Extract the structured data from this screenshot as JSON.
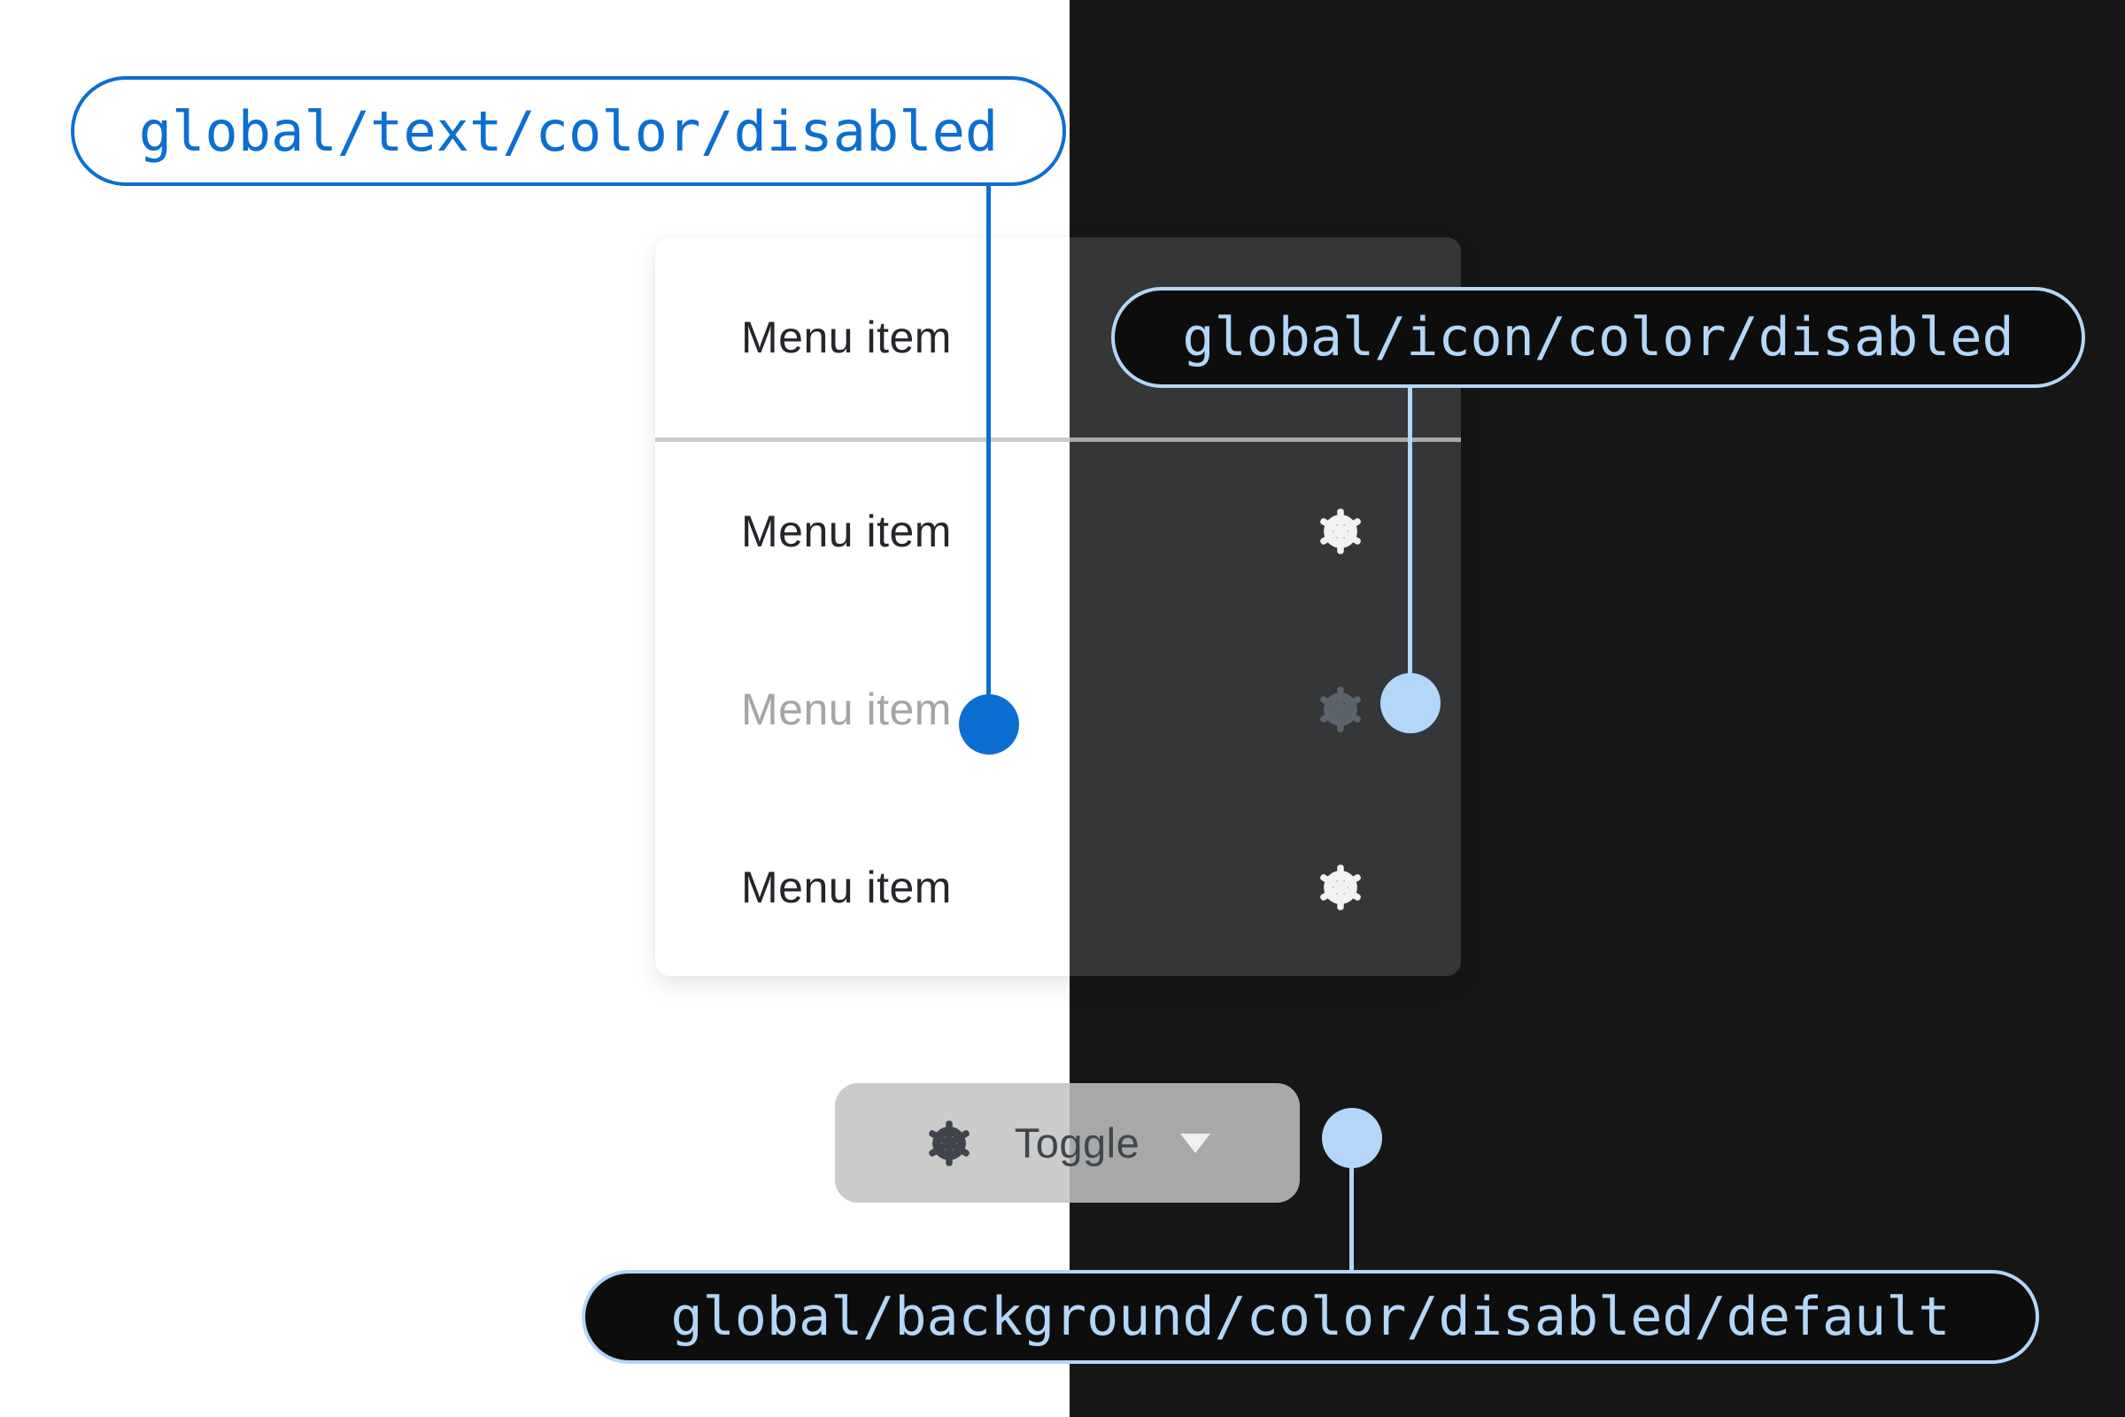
{
  "tokens": {
    "text_disabled": {
      "label": "global/text/color/disabled"
    },
    "icon_disabled": {
      "label": "global/icon/color/disabled"
    },
    "background_disabled": {
      "label": "global/background/color/disabled/default"
    }
  },
  "menu": {
    "items": [
      {
        "label": "Menu item",
        "state": "default",
        "icon": null
      },
      {
        "label": "Menu item",
        "state": "default",
        "icon": "gear-icon"
      },
      {
        "label": "Menu item",
        "state": "disabled",
        "icon": "gear-icon"
      },
      {
        "label": "Menu item",
        "state": "default",
        "icon": "gear-icon"
      }
    ]
  },
  "toggle": {
    "label": "Toggle",
    "icon": "gear-icon",
    "caret": "caret-down-icon"
  },
  "colors": {
    "annotation_blue": "#0d6ed1",
    "annotation_light_blue": "#b3d6f9",
    "page_light_background": "#ffffff",
    "page_dark_background": "#161616",
    "panel_dark_background": "#343638",
    "pill_dark_fill": "#0d0d0d",
    "menu_text": "#23272b",
    "menu_text_disabled": "#a5a5a5",
    "icon_light": "#f2f2f2",
    "icon_disabled_dark_theme": "#5c636b",
    "divider_light": "#cacaca",
    "divider_dark": "#a9a9a9",
    "toggle_background_light": "#cbcbcb",
    "toggle_background_dark": "#a8a8a8",
    "toggle_foreground": "#3f464c",
    "toggle_caret": "#f0f0f0"
  }
}
